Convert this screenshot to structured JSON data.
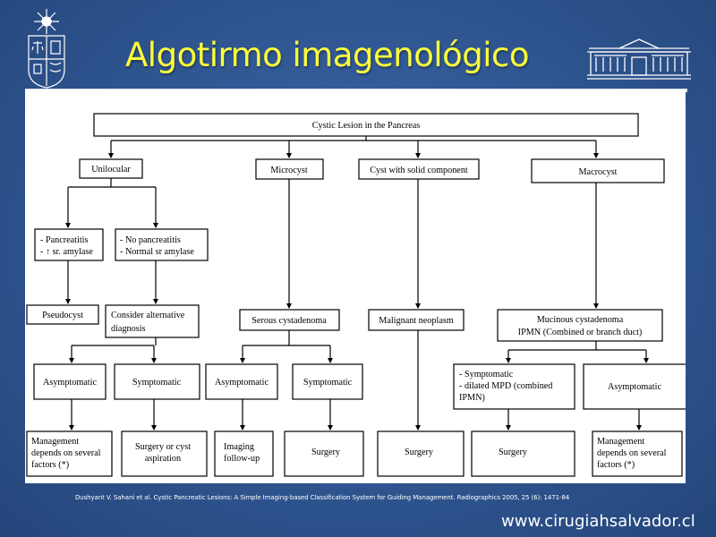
{
  "slide": {
    "title": "Algotirmo imagenológico",
    "citation": "Dushyant V. Sahani et al. Cystic Pancreatic Lesions: A Simple Imaging-based Classification System for Guiding Management. Radiographics 2005, 25 (6): 1471-84",
    "website": "www.cirugiahsalvador.cl"
  },
  "diagram": {
    "root": "Cystic Lesion in the Pancreas",
    "unilocular": "Unilocular",
    "microcyst": "Microcyst",
    "cyst_solid": "Cyst with solid component",
    "macrocyst": "Macrocyst",
    "pancreatitis": [
      "- Pancreatitis",
      "- ↑ sr. amylase"
    ],
    "no_pancreatitis": [
      "- No pancreatitis",
      "- Normal sr amylase"
    ],
    "pseudocyst": "Pseudocyst",
    "consider_alt": [
      "Consider alternative",
      "diagnosis"
    ],
    "serous": "Serous cystadenoma",
    "malignant": "Malignant neoplasm",
    "mucinous": [
      "Mucinous cystadenoma",
      "IPMN (Combined or branch duct)"
    ],
    "asymptomatic_1": "Asymptomatic",
    "symptomatic_1": "Symptomatic",
    "asymptomatic_2": "Asymptomatic",
    "symptomatic_2": "Symptomatic",
    "symptomatic_mpd": [
      "- Symptomatic",
      "- dilated MPD (combined",
      "  IPMN)"
    ],
    "asymptomatic_3": "Asymptomatic",
    "management_1": [
      "Management",
      "depends on several",
      "factors (*)"
    ],
    "surgery_aspiration": [
      "Surgery or cyst",
      "aspiration"
    ],
    "imaging_followup": [
      "Imaging",
      "follow-up"
    ],
    "surgery_1": "Surgery",
    "surgery_2": "Surgery",
    "surgery_3": "Surgery",
    "management_2": [
      "Management",
      "depends on several",
      "factors (*)"
    ]
  }
}
